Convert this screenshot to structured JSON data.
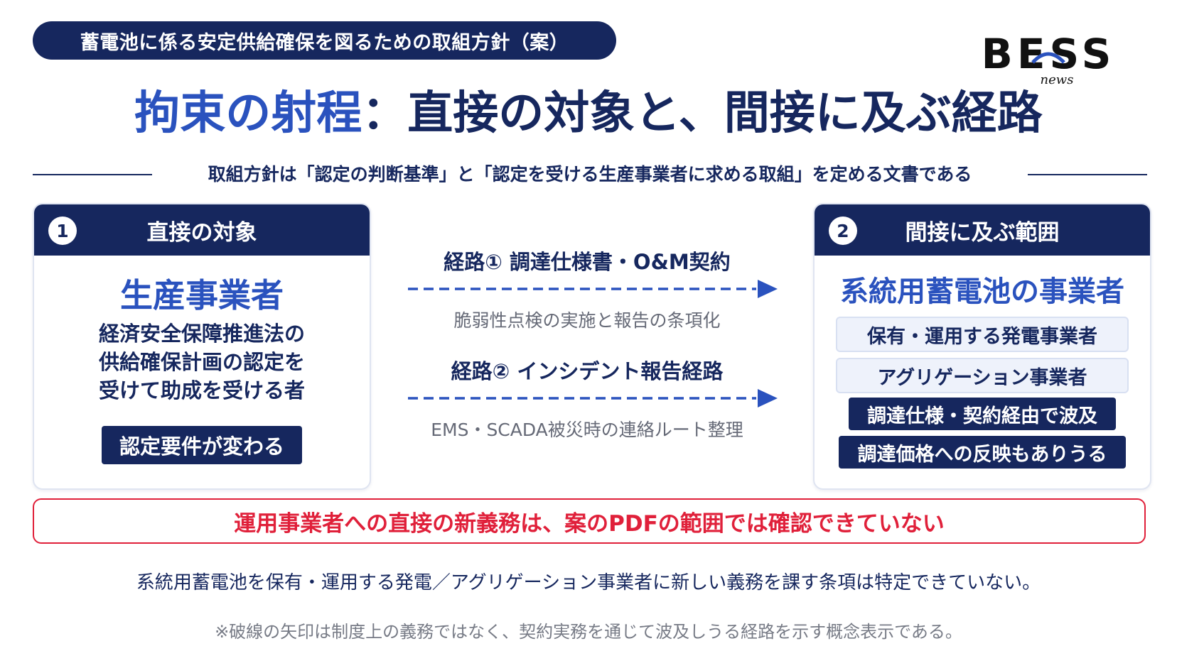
{
  "header": {
    "pill_title": "蓄電池に係る安定供給確保を図るための取組方針（案）",
    "logo_text": "BESS",
    "logo_sub": "news"
  },
  "title": {
    "highlight": "拘束の射程",
    "rest": "：直接の対象と、間接に及ぶ経路"
  },
  "subtitle": "取組方針は「認定の判断基準」と「認定を受ける生産事業者に求める取組」を定める文書である",
  "left_card": {
    "number": "1",
    "heading": "直接の対象",
    "entity": "生産事業者",
    "description_lines": [
      "経済安全保障推進法の",
      "供給確保計画の認定を",
      "受けて助成を受ける者"
    ],
    "tag": "認定要件が変わる"
  },
  "routes": [
    {
      "label": "経路① 調達仕様書・O&M契約",
      "note": "脆弱性点検の実施と報告の条項化"
    },
    {
      "label": "経路② インシデント報告経路",
      "note": "EMS・SCADA被災時の連絡ルート整理"
    }
  ],
  "right_card": {
    "number": "2",
    "heading": "間接に及ぶ範囲",
    "entity": "系統用蓄電池の事業者",
    "light_tags": [
      "保有・運用する発電事業者",
      "アグリゲーション事業者"
    ],
    "navy_tags": [
      "調達仕様・契約経由で波及",
      "調達価格への反映もありうる"
    ]
  },
  "alert": "運用事業者への直接の新義務は、案のPDFの範囲では確認できていない",
  "footer_main": "系統用蓄電池を保有・運用する発電／アグリゲーション事業者に新しい義務を課す条項は特定できていない。",
  "footer_note": "※破線の矢印は制度上の義務ではなく、契約実務を通じて波及しうる経路を示す概念表示である。",
  "colors": {
    "navy": "#16275e",
    "blue": "#2a52be",
    "red": "#e0203a",
    "gray": "#666a77"
  }
}
